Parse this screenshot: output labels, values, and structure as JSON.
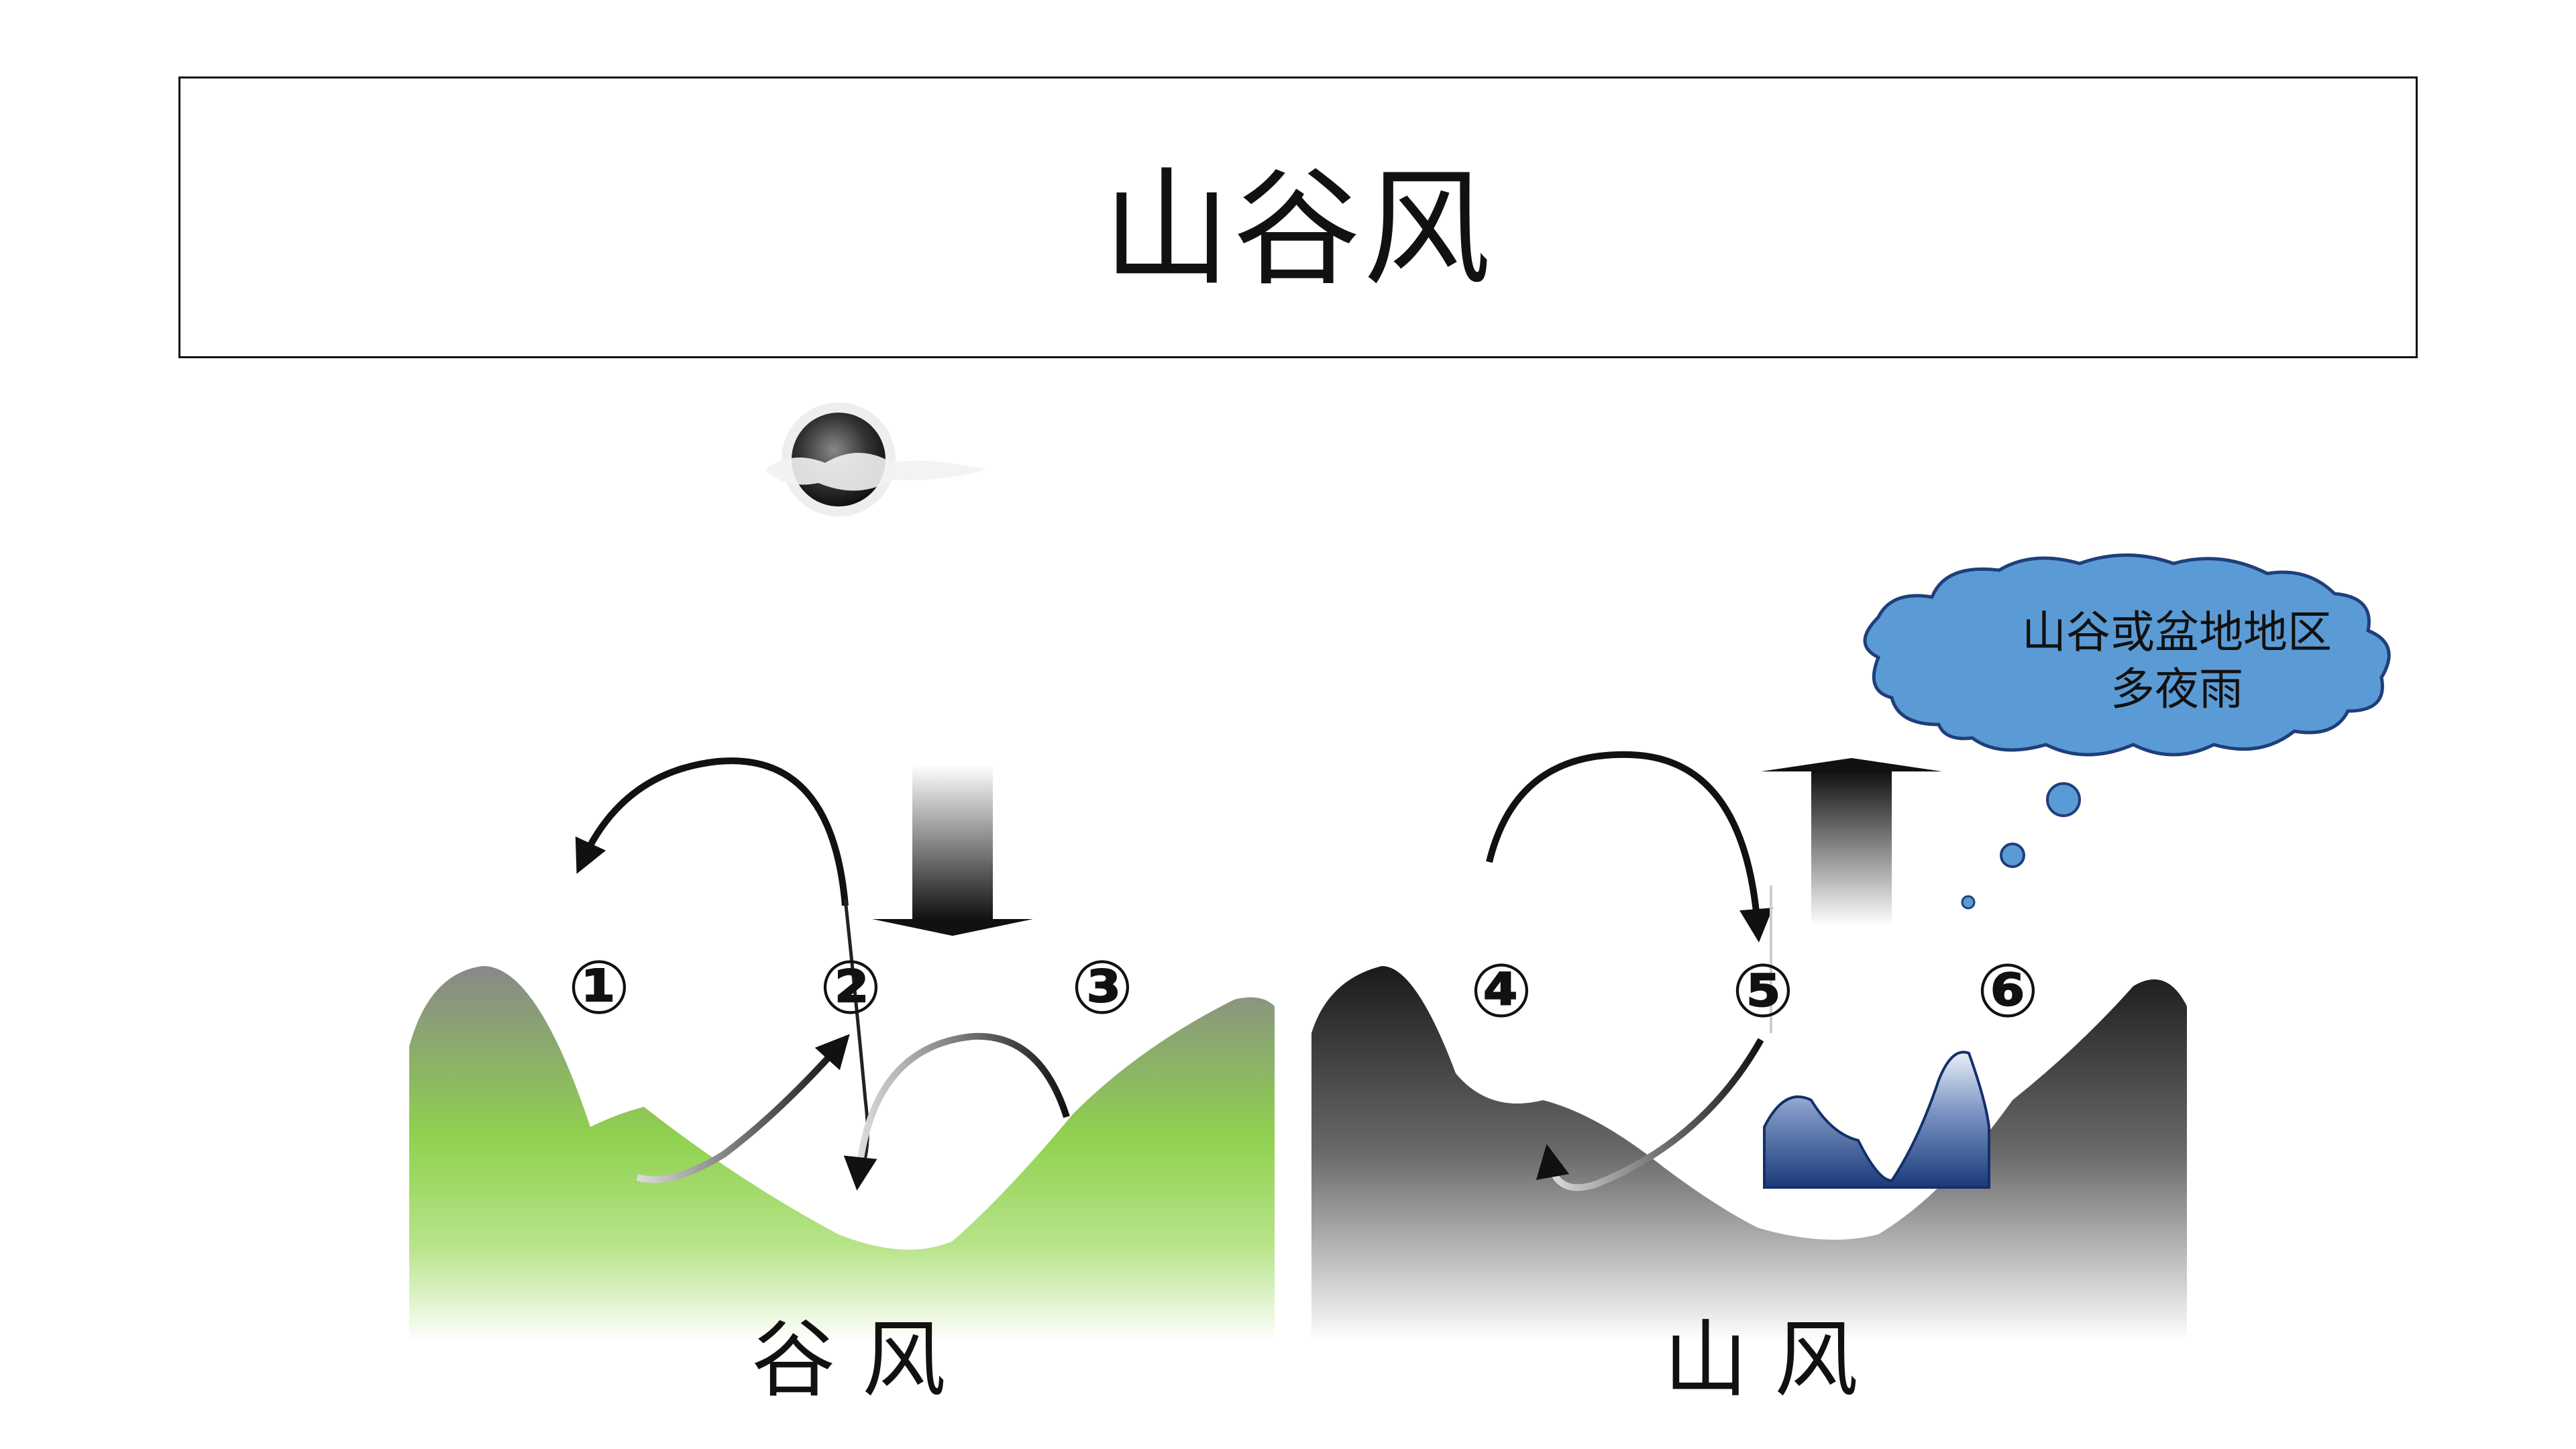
{
  "title": "山谷风",
  "markers": {
    "m1": "①",
    "m2": "②",
    "m3": "③",
    "m4": "④",
    "m5": "⑤",
    "m6": "⑥"
  },
  "captions": {
    "left": "谷 风",
    "right": "山 风"
  },
  "thought_cloud": {
    "line1": "山谷或盆地地区",
    "line2": "多夜雨"
  },
  "colors": {
    "valley_green": "#8fd14f",
    "mountain_dark": "#2a2a2a",
    "cloud_blue": "#5b9bd5",
    "snow_peak_blue": "#1f3f7a"
  },
  "icons": {
    "sky": "moon-with-cloud-icon"
  }
}
